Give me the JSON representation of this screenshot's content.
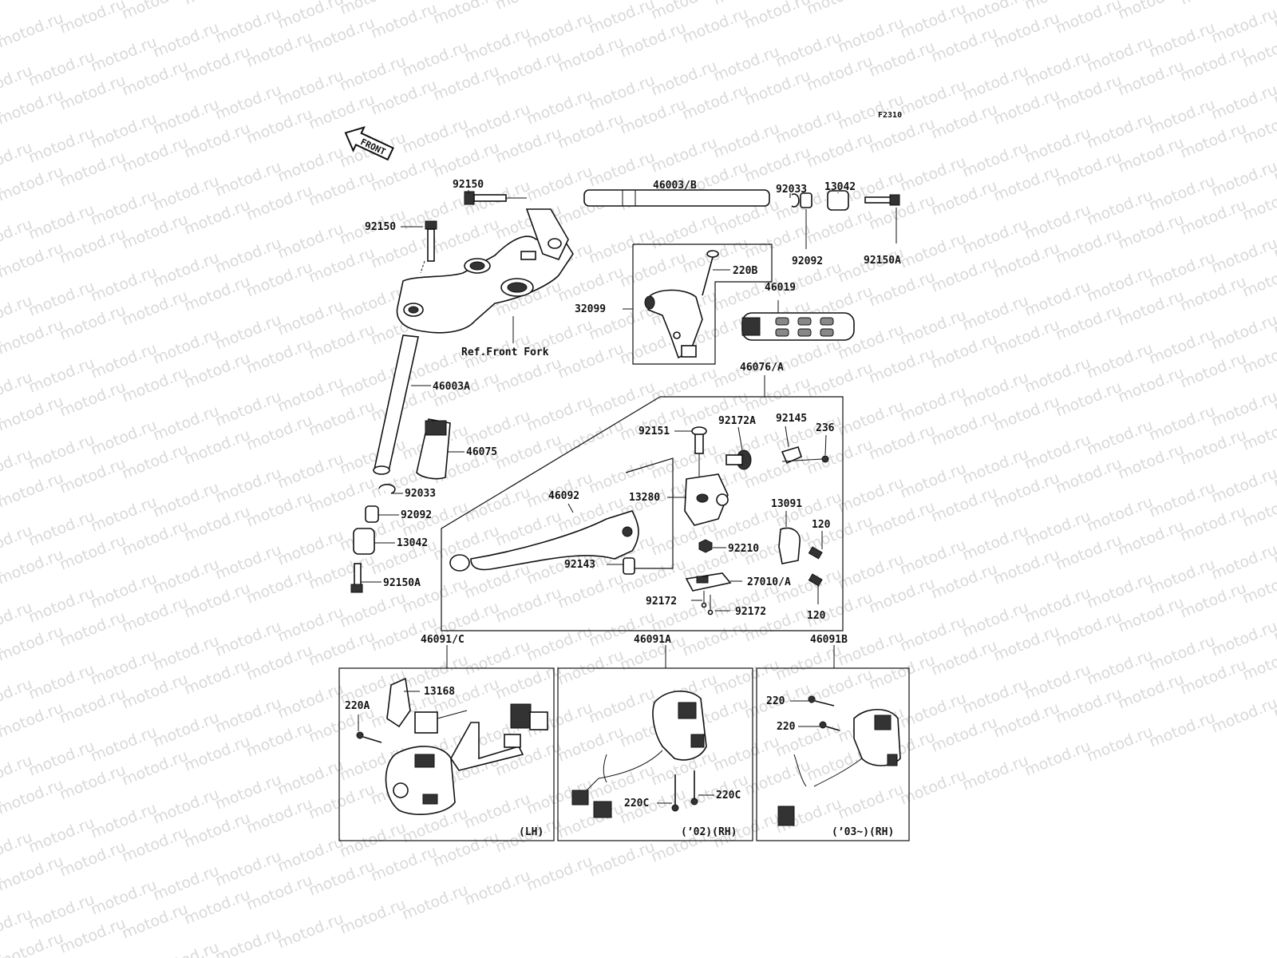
{
  "watermark": "motod.ru",
  "figure_code": "F2310",
  "front_label": "FRONT",
  "labels": {
    "p92150_a": "92150",
    "p92150_b": "92150",
    "p46003b": "46003/B",
    "p92033_top": "92033",
    "p13042_top": "13042",
    "p92092_top": "92092",
    "p92150a_top": "92150A",
    "p220b": "220B",
    "p32099": "32099",
    "p46019": "46019",
    "ref_front_fork": "Ref.Front Fork",
    "p46003a": "46003A",
    "p46075": "46075",
    "p92033_left": "92033",
    "p92092_left": "92092",
    "p13042_left": "13042",
    "p92150a_left": "92150A",
    "p46076a": "46076/A",
    "p92151": "92151",
    "p92172a": "92172A",
    "p92145": "92145",
    "p236": "236",
    "p46092": "46092",
    "p13280": "13280",
    "p13091": "13091",
    "p120_top": "120",
    "p92210": "92210",
    "p92143": "92143",
    "p27010a": "27010/A",
    "p92172_left": "92172",
    "p92172_right": "92172",
    "p120_bottom": "120",
    "p46091c": "46091/C",
    "p46091a": "46091A",
    "p46091b": "46091B",
    "p13168": "13168",
    "p220a": "220A",
    "lh": "(LH)",
    "p220c_right": "220C",
    "p220c_left": "220C",
    "rh02": "(’02)(RH)",
    "p220_top": "220",
    "p220_mid": "220",
    "rh03": "(’03~)(RH)"
  }
}
